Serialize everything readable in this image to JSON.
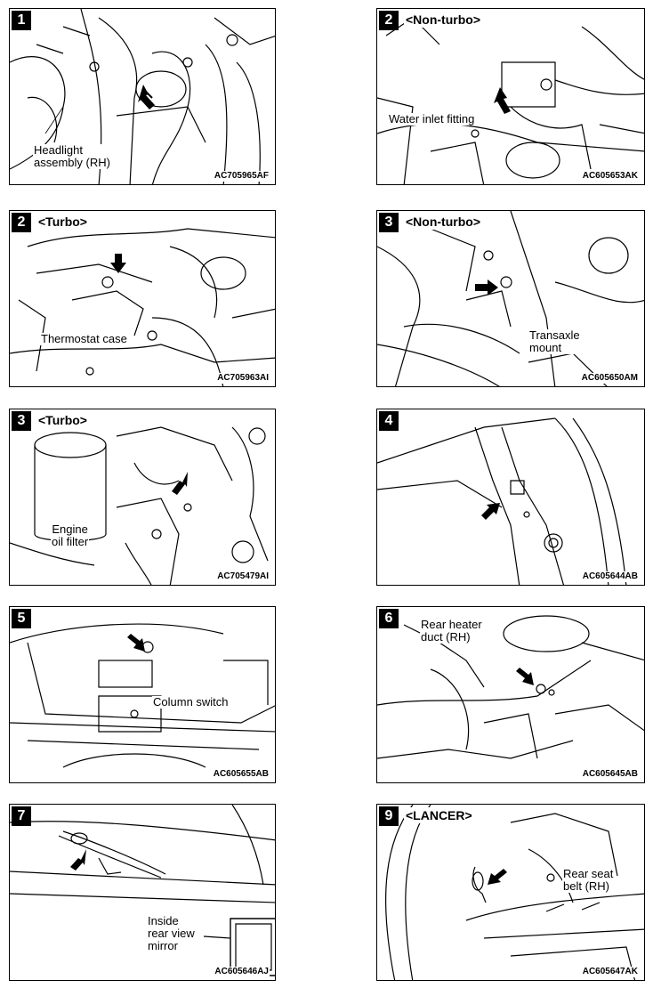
{
  "panels": [
    {
      "step": "1",
      "variant": "",
      "callout": "Headlight\nassembly (RH)",
      "code": "AC705965AF"
    },
    {
      "step": "2",
      "variant": "<Non-turbo>",
      "callout": "Water inlet fitting",
      "code": "AC605653AK"
    },
    {
      "step": "2",
      "variant": "<Turbo>",
      "callout": "Thermostat case",
      "code": "AC705963AI"
    },
    {
      "step": "3",
      "variant": "<Non-turbo>",
      "callout": "Transaxle\nmount",
      "code": "AC605650AM"
    },
    {
      "step": "3",
      "variant": "<Turbo>",
      "callout": "Engine\noil filter",
      "code": "AC705479AI"
    },
    {
      "step": "4",
      "variant": "",
      "callout": "",
      "code": "AC605644AB"
    },
    {
      "step": "5",
      "variant": "",
      "callout": "Column switch",
      "code": "AC605655AB"
    },
    {
      "step": "6",
      "variant": "",
      "callout": "Rear heater\nduct (RH)",
      "code": "AC605645AB"
    },
    {
      "step": "7",
      "variant": "",
      "callout": "Inside\nrear view\nmirror",
      "code": "AC605646AJ"
    },
    {
      "step": "9",
      "variant": "<LANCER>",
      "callout": "Rear seat\nbelt (RH)",
      "code": "AC605647AK"
    }
  ]
}
